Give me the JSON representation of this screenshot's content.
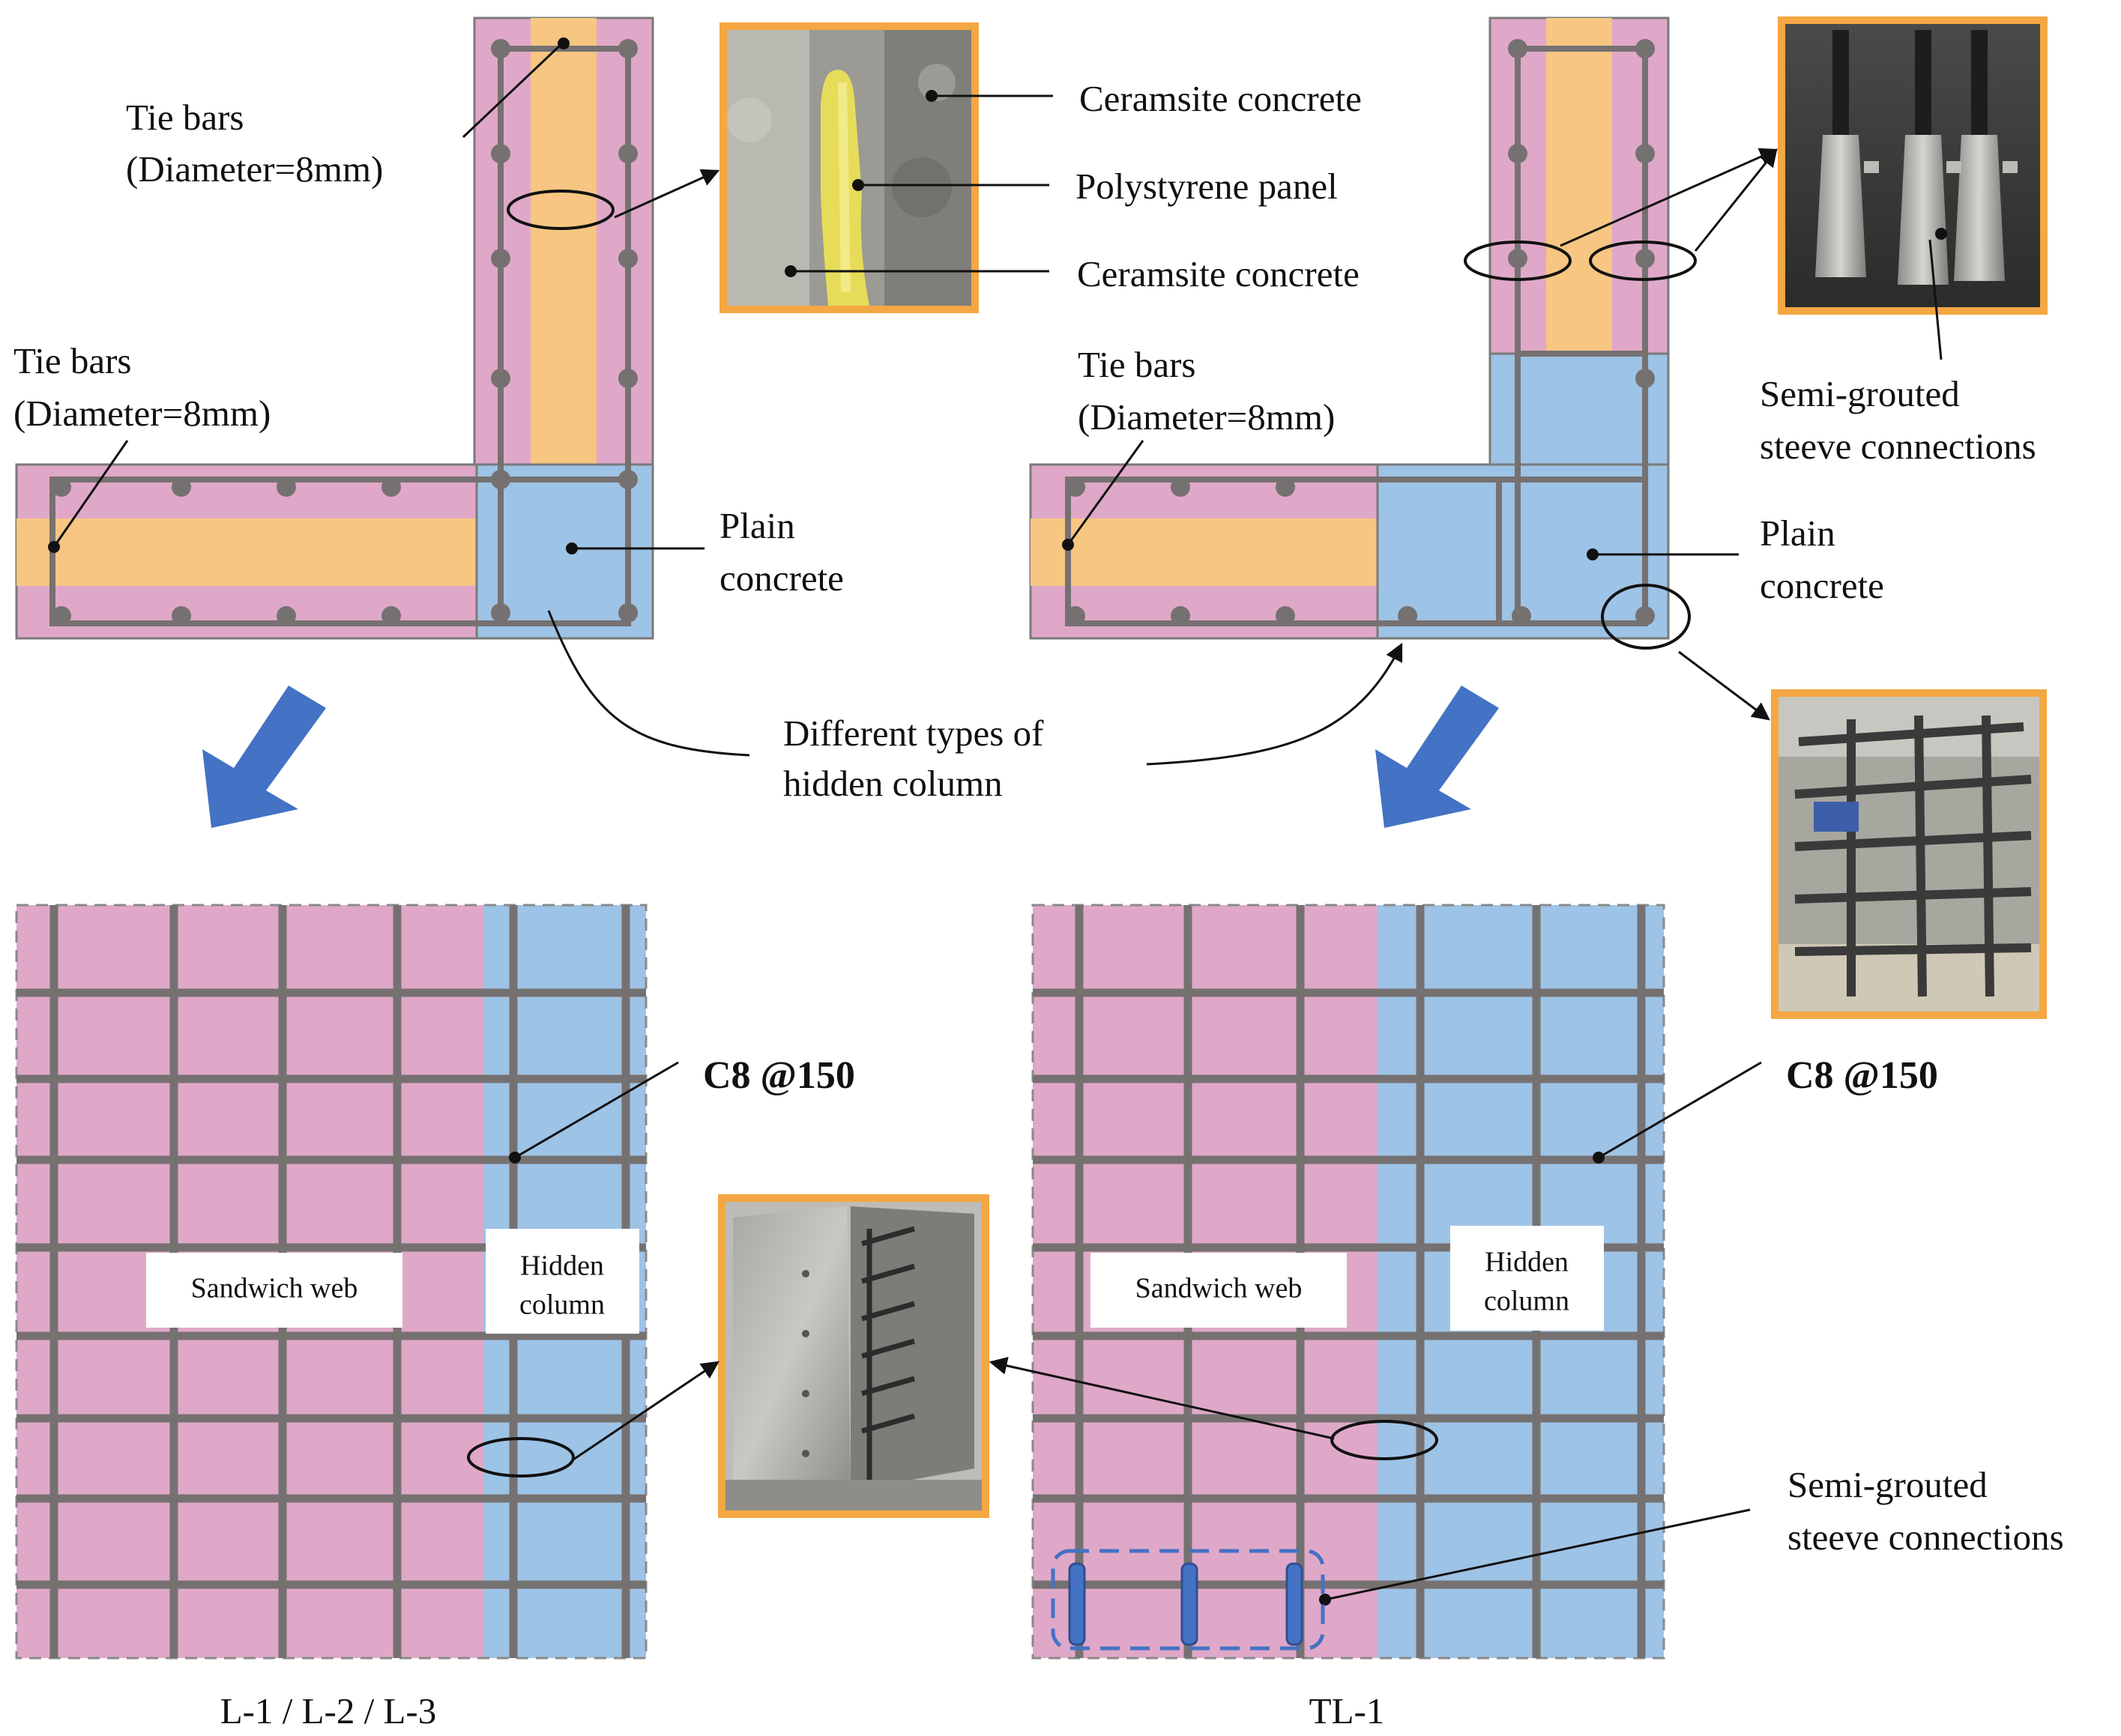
{
  "labels": {
    "tie_bars_top": "Tie bars",
    "tie_bars_top_diam": "(Diameter=8mm)",
    "tie_bars_left": "Tie bars",
    "tie_bars_left_diam": "(Diameter=8mm)",
    "tie_bars_right": "Tie bars",
    "tie_bars_right_diam": "(Diameter=8mm)",
    "ceramsite_1": "Ceramsite concrete",
    "polystyrene": "Polystyrene panel",
    "ceramsite_2": "Ceramsite concrete",
    "plain_concrete_left_1": "Plain",
    "plain_concrete_left_2": "concrete",
    "plain_concrete_right_1": "Plain",
    "plain_concrete_right_2": "concrete",
    "semi_grouted_top_1": "Semi-grouted",
    "semi_grouted_top_2": "steeve connections",
    "hidden_col_types_1": "Different types of",
    "hidden_col_types_2": "hidden column",
    "rebar_spec_left": "C8 @150",
    "rebar_spec_right": "C8 @150",
    "sandwich_web_left": "Sandwich web",
    "hidden_column_left_1": "Hidden",
    "hidden_column_left_2": "column",
    "sandwich_web_right": "Sandwich web",
    "hidden_column_right_1": "Hidden",
    "hidden_column_right_2": "column",
    "semi_grouted_bottom_1": "Semi-grouted",
    "semi_grouted_bottom_2": "steeve connections",
    "caption_left": "L-1 / L-2 / L-3",
    "caption_right": "TL-1"
  },
  "colors": {
    "concrete_layer": "#e0a8c8",
    "insulation_layer": "#f6c682",
    "hidden_column": "#9dc3e6",
    "rebar": "#767171",
    "photo_frame": "#f4a742",
    "arrow_blue": "#4472c4",
    "sleeve_blue": "#4472c4",
    "line": "#111111"
  },
  "icons": {
    "photo_insulation": "sandwich-wall-photo",
    "photo_sleeves": "grout-sleeve-photo",
    "photo_cage": "rebar-cage-photo",
    "photo_specimen": "wall-specimen-photo"
  }
}
